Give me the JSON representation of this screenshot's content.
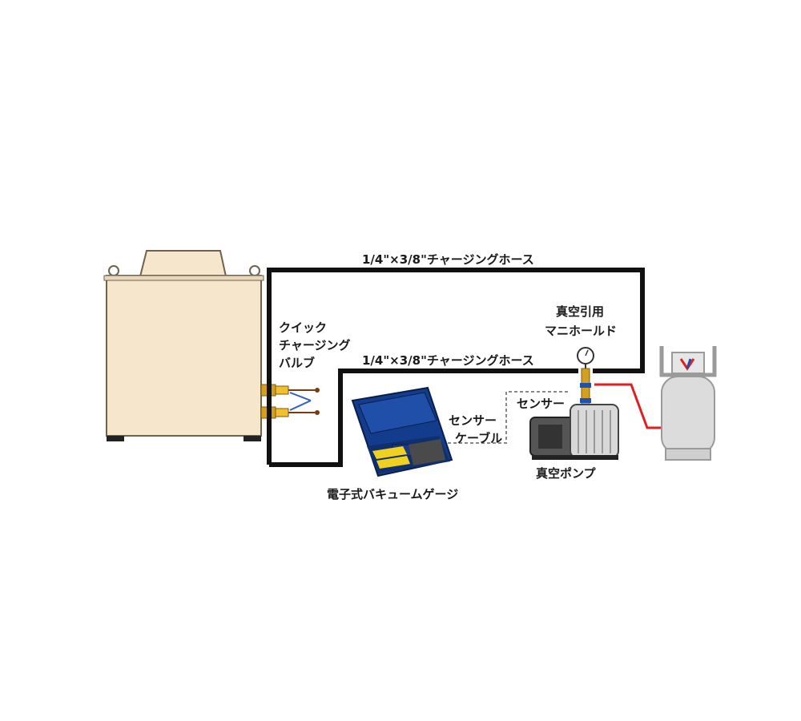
{
  "labels": {
    "top_hose": "1/4\"×3/8\"チャージングホース",
    "middle_hose": "1/4\"×3/8\"チャージングホース",
    "quick_valve": [
      "クイック",
      "チャージング",
      "バルブ"
    ],
    "manifold": [
      "真空引用",
      "マニホールド"
    ],
    "sensor": "センサー",
    "sensor_cable": [
      "センサー",
      "ケーブル"
    ],
    "vacuum_pump": "真空ポンプ",
    "vacuum_gauge": "電子式バキュームゲージ"
  },
  "colors": {
    "unit_fill": "#f5e6cc",
    "unit_stroke": "#6e6252",
    "hose": "#111111",
    "red_hose": "#e02020",
    "case_blue": "#143c8c",
    "cylinder": "#dcdcdc",
    "pump_body": "#d8d8d8",
    "gauge_yellow": "#f0d020"
  },
  "icons": [
    "outdoor-unit-icon",
    "charging-valve-icon",
    "manifold-gauge-icon",
    "vacuum-pump-icon",
    "refrigerant-cylinder-icon",
    "vacuum-gauge-case-icon"
  ]
}
